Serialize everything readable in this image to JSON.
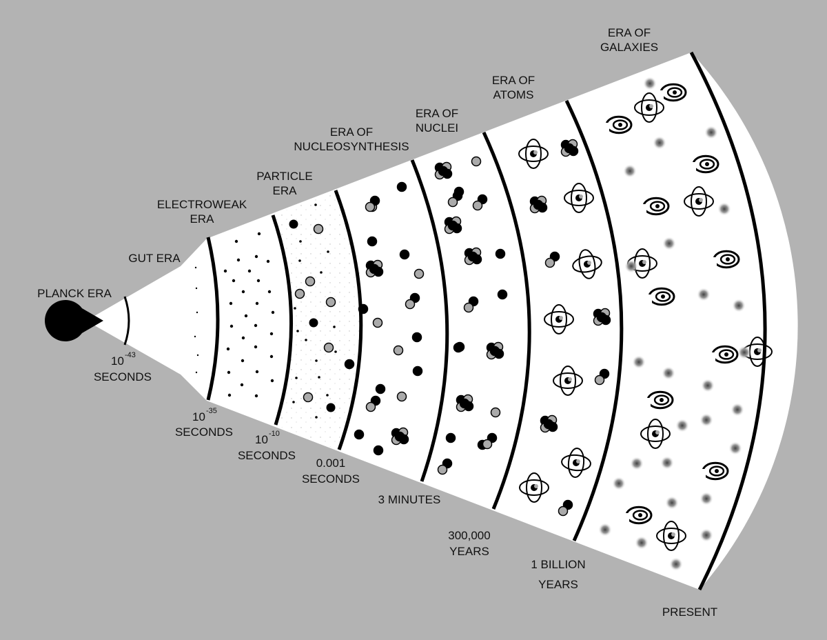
{
  "eras": [
    {
      "id": "planck",
      "lines": [
        "PLANCK ERA"
      ]
    },
    {
      "id": "gut",
      "lines": [
        "GUT ERA"
      ]
    },
    {
      "id": "electroweak",
      "lines": [
        "ELECTROWEAK",
        "ERA"
      ]
    },
    {
      "id": "particle",
      "lines": [
        "PARTICLE",
        "ERA"
      ]
    },
    {
      "id": "nucleosynthesis",
      "lines": [
        "ERA OF",
        "NUCLEOSYNTHESIS"
      ]
    },
    {
      "id": "nuclei",
      "lines": [
        "ERA OF",
        "NUCLEI"
      ]
    },
    {
      "id": "atoms",
      "lines": [
        "ERA OF",
        "ATOMS"
      ]
    },
    {
      "id": "galaxies",
      "lines": [
        "ERA OF",
        "GALAXIES"
      ]
    }
  ],
  "times": {
    "t43": {
      "base": "10",
      "exp": "-43",
      "unit": "SECONDS"
    },
    "t35": {
      "base": "10",
      "exp": "-35",
      "unit": "SECONDS"
    },
    "t10": {
      "base": "10",
      "exp": "-10",
      "unit": "SECONDS"
    },
    "t001": {
      "value": "0.001",
      "unit": "SECONDS"
    },
    "t3min": {
      "value": "3 MINUTES"
    },
    "t300k": {
      "value": "300,000",
      "unit": "YEARS"
    },
    "t1b": {
      "value": "1 BILLION",
      "unit": "YEARS"
    },
    "present": {
      "value": "PRESENT"
    }
  },
  "colors": {
    "background": "#b3b3b3",
    "cone": "#ffffff",
    "ink": "#000000",
    "grey_particle": "#aaaaaa"
  },
  "icons": [
    "black-hole-icon",
    "dust-dot-icon",
    "particle-icon",
    "nucleus-icon",
    "atom-icon",
    "spiral-galaxy-icon",
    "dust-cloud-icon"
  ]
}
